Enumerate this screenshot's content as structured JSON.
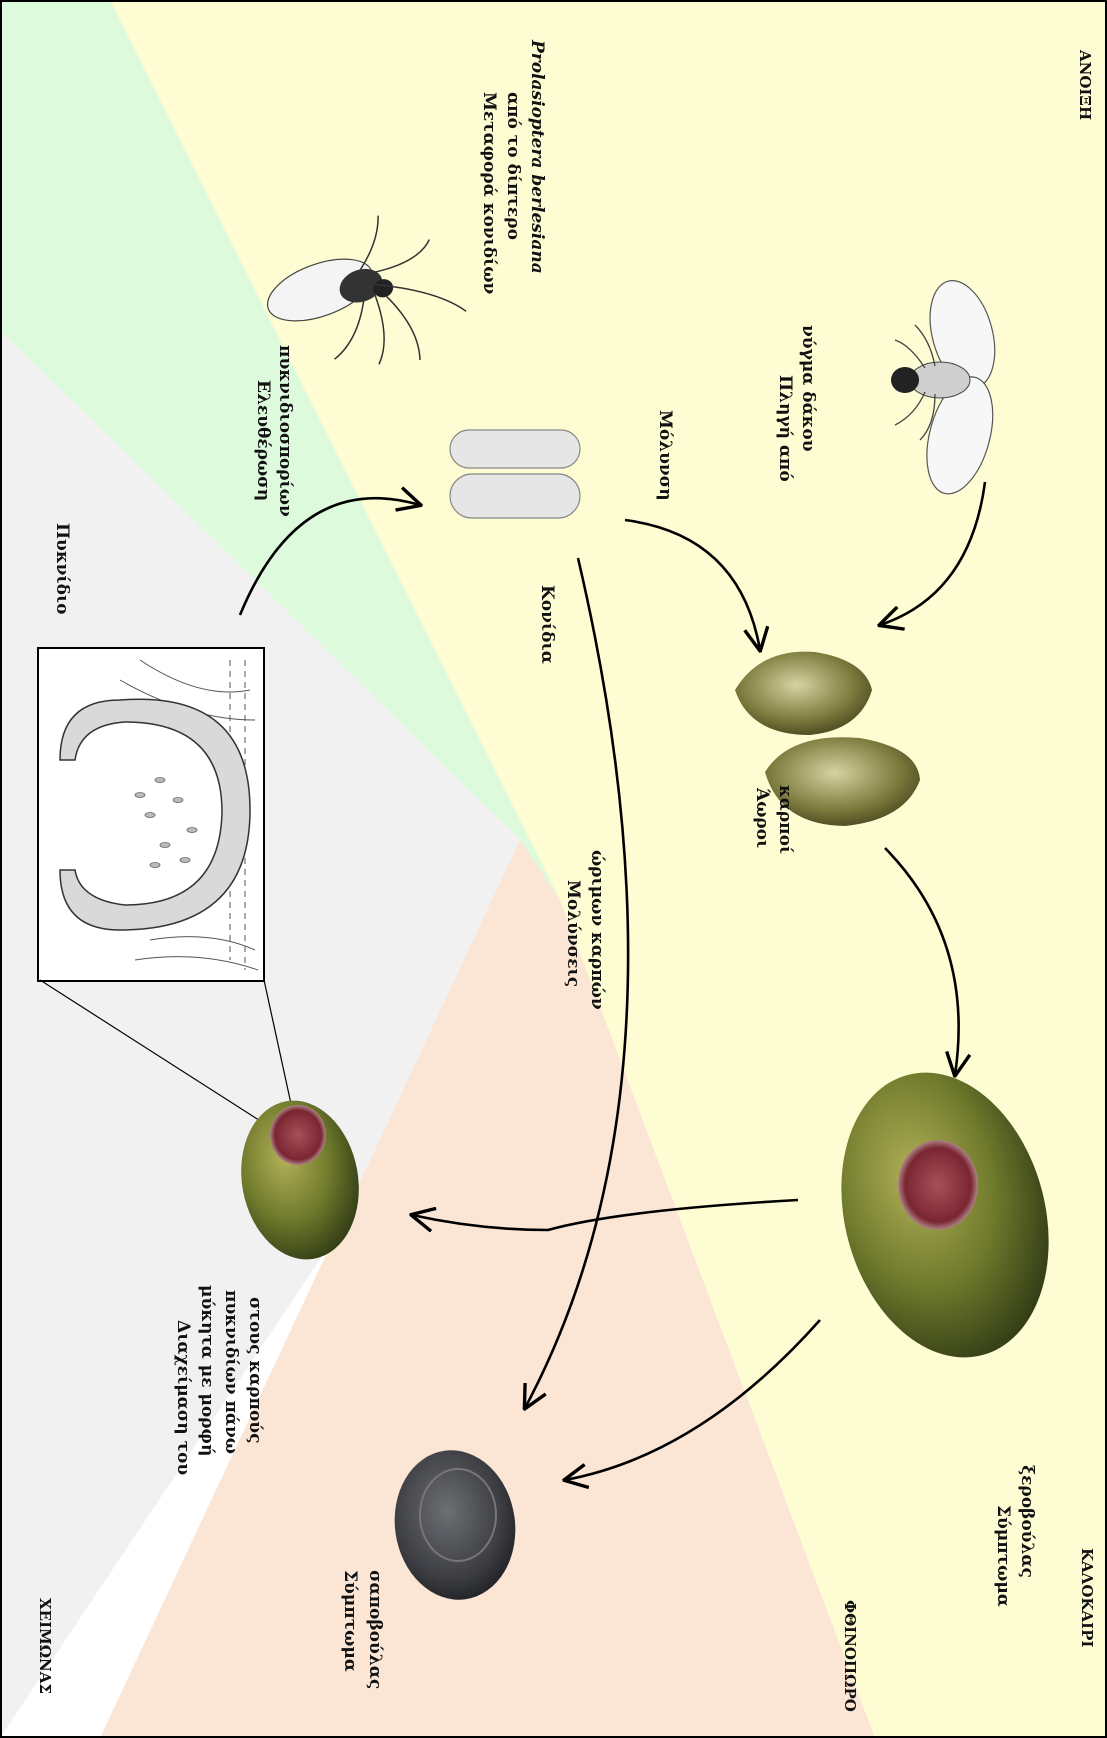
{
  "seasons": {
    "spring": "ΑΝΟΙΞΗ",
    "summer": "ΚΑΛΟΚΑΙΡΙ",
    "autumn": "ΦΘΙΝΟΠΩΡΟ",
    "winter": "ΧΕΙΜΩΝΑΣ"
  },
  "labels": {
    "pycnidium": "Πυκνίδιο",
    "release_line1": "Ελευθέρωση",
    "release_line2": "πυκνιδιοσπορίων",
    "transport_line1": "Μεταφορά κονιδίων",
    "transport_line2": "από το δίπτερο",
    "transport_line3": "Prolasioptera berlesiana",
    "infection": "Μόλυνση",
    "wound_line1": "Πληγή από",
    "wound_line2": "νύγμα δάκου",
    "conidia": "Κονίδια",
    "unripe_line1": "Άωροι",
    "unripe_line2": "καρποί",
    "ripe_infection_line1": "Μολύνσεις",
    "ripe_infection_line2": "ώριμων καρπών",
    "survival_line1": "Διαχείμαση του",
    "survival_line2": "μύκητα με μορφή",
    "survival_line3": "πυκνιδίων πάνω",
    "survival_line4": "στους καρπούς",
    "dry_rot_line1": "Σύμπτωμα",
    "dry_rot_line2": "ξεροβούλας",
    "soft_rot_line1": "Σύμπτωμα",
    "soft_rot_line2": "σαποβούλας"
  },
  "colors": {
    "spring": "#ddfadd",
    "summer": "#fdfcd2",
    "autumn": "#fbe6d6",
    "winter": "#f1f1f1",
    "olive_green": "#6f7a2c",
    "lesion": "#8a2f3a",
    "mummy": "#4a4a4e"
  }
}
